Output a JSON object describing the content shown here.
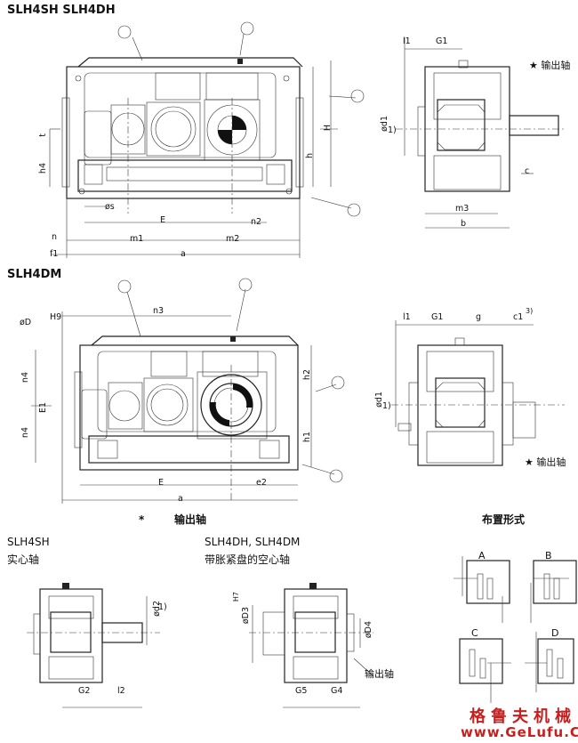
{
  "sections": {
    "sh_dh_title": "SLH4SH   SLH4DH",
    "dm_title": "SLH4DM"
  },
  "labels_top": {
    "l1": "l1",
    "G1": "G1",
    "star_output": "★ 输出轴",
    "c": "c",
    "d1": "ød1",
    "note1": "1)",
    "m3": "m3",
    "b": "b",
    "t": "t",
    "h4": "h4",
    "phis": "øs",
    "E": "E",
    "n": "n",
    "m1": "m1",
    "m2": "m2",
    "n2": "n2",
    "a": "a",
    "f1": "f1",
    "H": "H",
    "h": "h"
  },
  "labels_mid": {
    "D": "øD",
    "H9": "H9",
    "n3": "n3",
    "n4a": "n4",
    "n4b": "n4",
    "E1": "E1",
    "E": "E",
    "e2": "e2",
    "a": "a",
    "h2": "h2",
    "h1": "h1",
    "l1": "l1",
    "G1": "G1",
    "g": "g",
    "c1": "c1",
    "c1sup": "3)",
    "d1": "ød1",
    "note1": "1)",
    "star_output": "★ 输出轴"
  },
  "legend_output": {
    "star": "*",
    "text": "输出轴"
  },
  "arrangement": {
    "title": "布置形式",
    "variants": [
      "A",
      "B",
      "C",
      "D"
    ]
  },
  "bottom": {
    "solid_model": "SLH4SH",
    "solid_desc": "实心轴",
    "hollow_model": "SLH4DH, SLH4DM",
    "hollow_desc": "带胀紧盘的空心轴",
    "d2": "ød2",
    "note1": "1)",
    "G2": "G2",
    "l2": "l2",
    "D3": "øD3",
    "H7": "H7",
    "D4": "øD4",
    "G5": "G5",
    "G4": "G4",
    "output_shaft": "输出轴"
  },
  "watermark": {
    "cn": "格鲁夫机械",
    "url": "www.GeLufu.Com"
  }
}
